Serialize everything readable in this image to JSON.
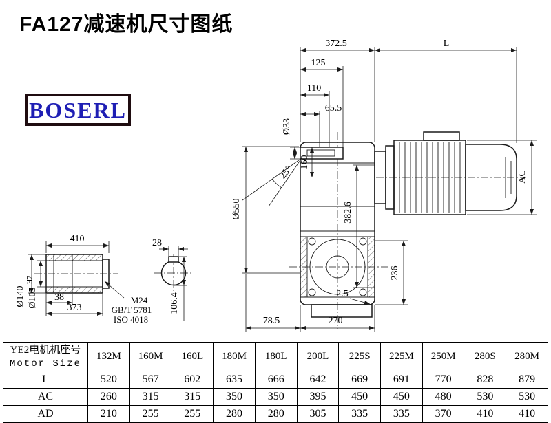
{
  "page": {
    "title": "FA127减速机尺寸图纸",
    "logo": "BOSERL"
  },
  "drawing": {
    "dims": {
      "top_width": "372.5",
      "motor_length": "L",
      "d125": "125",
      "d110": "110",
      "d65_5": "65.5",
      "shaft_dia": "Ø33",
      "d160": "160",
      "angle": "25°",
      "housing_dia": "Ø550",
      "d382_6": "382.6",
      "motor_dia": "AC",
      "d236": "236",
      "d2_5": "2.5",
      "d78_5": "78.5",
      "d270": "270",
      "d410": "410",
      "outer_dia": "Ø140",
      "bore_dia": "Ø105",
      "bore_tol": "H7",
      "d38": "38",
      "d373": "373",
      "key_width": "28",
      "d106_4": "106.4",
      "note_m24": "M24",
      "note_gbt": "GB/T 5781",
      "note_iso": "ISO 4018"
    }
  },
  "table": {
    "header_cn": "YE2电机机座号",
    "header_en": "Motor Size",
    "columns": [
      "132M",
      "160M",
      "160L",
      "180M",
      "180L",
      "200L",
      "225S",
      "225M",
      "250M",
      "280S",
      "280M"
    ],
    "rows": [
      {
        "label": "L",
        "values": [
          "520",
          "567",
          "602",
          "635",
          "666",
          "642",
          "669",
          "691",
          "770",
          "828",
          "879"
        ]
      },
      {
        "label": "AC",
        "values": [
          "260",
          "315",
          "315",
          "350",
          "350",
          "395",
          "450",
          "450",
          "480",
          "530",
          "530"
        ]
      },
      {
        "label": "AD",
        "values": [
          "210",
          "255",
          "255",
          "280",
          "280",
          "305",
          "335",
          "335",
          "370",
          "410",
          "410"
        ]
      }
    ]
  }
}
